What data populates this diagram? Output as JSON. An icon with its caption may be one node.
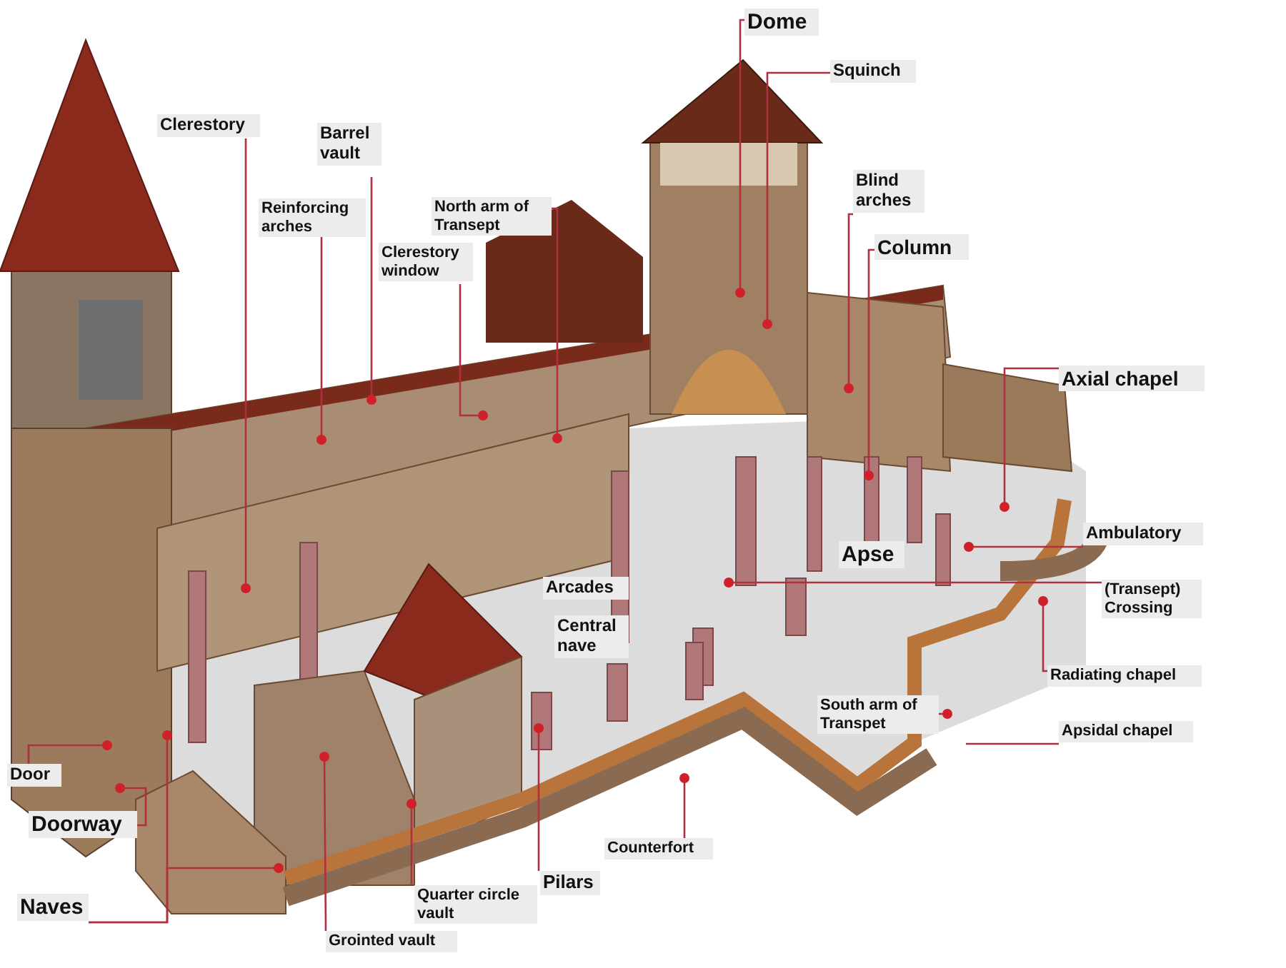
{
  "diagram": {
    "nodes": [
      {
        "text": [
          "Dome"
        ]
      },
      {
        "text": [
          "Squinch"
        ]
      },
      {
        "text": [
          "Clerestory"
        ]
      },
      {
        "text": [
          "Barrel vault"
        ]
      },
      {
        "text": [
          "Reinforcing arches"
        ]
      },
      {
        "text": [
          "North arm of Transept"
        ]
      },
      {
        "text": [
          "Blind arches"
        ]
      },
      {
        "text": [
          "Clerestory window"
        ]
      },
      {
        "text": [
          "Column"
        ]
      },
      {
        "text": [
          "Axial chapel"
        ]
      },
      {
        "text": [
          "Ambulatory"
        ]
      },
      {
        "text": [
          "(Transept) Crossing"
        ]
      },
      {
        "text": [
          "Radiating chapel"
        ]
      },
      {
        "text": [
          "South arm of Transpet"
        ]
      },
      {
        "text": [
          "Apsidal chapel"
        ]
      },
      {
        "text": [
          "Door"
        ]
      },
      {
        "text": [
          "Doorway"
        ]
      },
      {
        "text": [
          "Counterfort"
        ]
      },
      {
        "text": [
          "Pilars"
        ]
      },
      {
        "text": [
          "Naves"
        ]
      },
      {
        "text": [
          "Quarter circle vault"
        ]
      },
      {
        "text": [
          "Grointed vault"
        ]
      },
      {
        "text": [
          "Arcades"
        ]
      },
      {
        "text": [
          "Central nave"
        ]
      },
      {
        "text": [
          "Apse"
        ]
      }
    ],
    "edges": [
      {
        "from": 0,
        "to": null,
        "arrow": "other"
      },
      {
        "from": 1,
        "to": null,
        "arrow": "other"
      },
      {
        "from": 2,
        "to": null,
        "arrow": "other"
      },
      {
        "from": 3,
        "to": null,
        "arrow": "other"
      },
      {
        "from": 4,
        "to": null,
        "arrow": "other"
      },
      {
        "from": 5,
        "to": null,
        "arrow": "other"
      },
      {
        "from": 6,
        "to": null,
        "arrow": "other"
      },
      {
        "from": 7,
        "to": null,
        "arrow": "other"
      },
      {
        "from": 8,
        "to": null,
        "arrow": "other"
      },
      {
        "from": 9,
        "to": null,
        "arrow": "other"
      },
      {
        "from": 10,
        "to": null,
        "arrow": "other"
      },
      {
        "from": 11,
        "to": null,
        "arrow": "other"
      },
      {
        "from": 12,
        "to": null,
        "arrow": "other"
      },
      {
        "from": 13,
        "to": null,
        "arrow": "other"
      },
      {
        "from": 14,
        "to": null,
        "arrow": "none"
      },
      {
        "from": 15,
        "to": null,
        "arrow": "other"
      },
      {
        "from": 16,
        "to": null,
        "arrow": "other"
      },
      {
        "from": 17,
        "to": null,
        "arrow": "other"
      },
      {
        "from": 18,
        "to": null,
        "arrow": "other"
      },
      {
        "from": 19,
        "to": null,
        "arrow": "other"
      },
      {
        "from": 19,
        "to": null,
        "arrow": "other"
      },
      {
        "from": 20,
        "to": null,
        "arrow": "other"
      },
      {
        "from": 21,
        "to": null,
        "arrow": "other"
      }
    ],
    "labels": []
  }
}
